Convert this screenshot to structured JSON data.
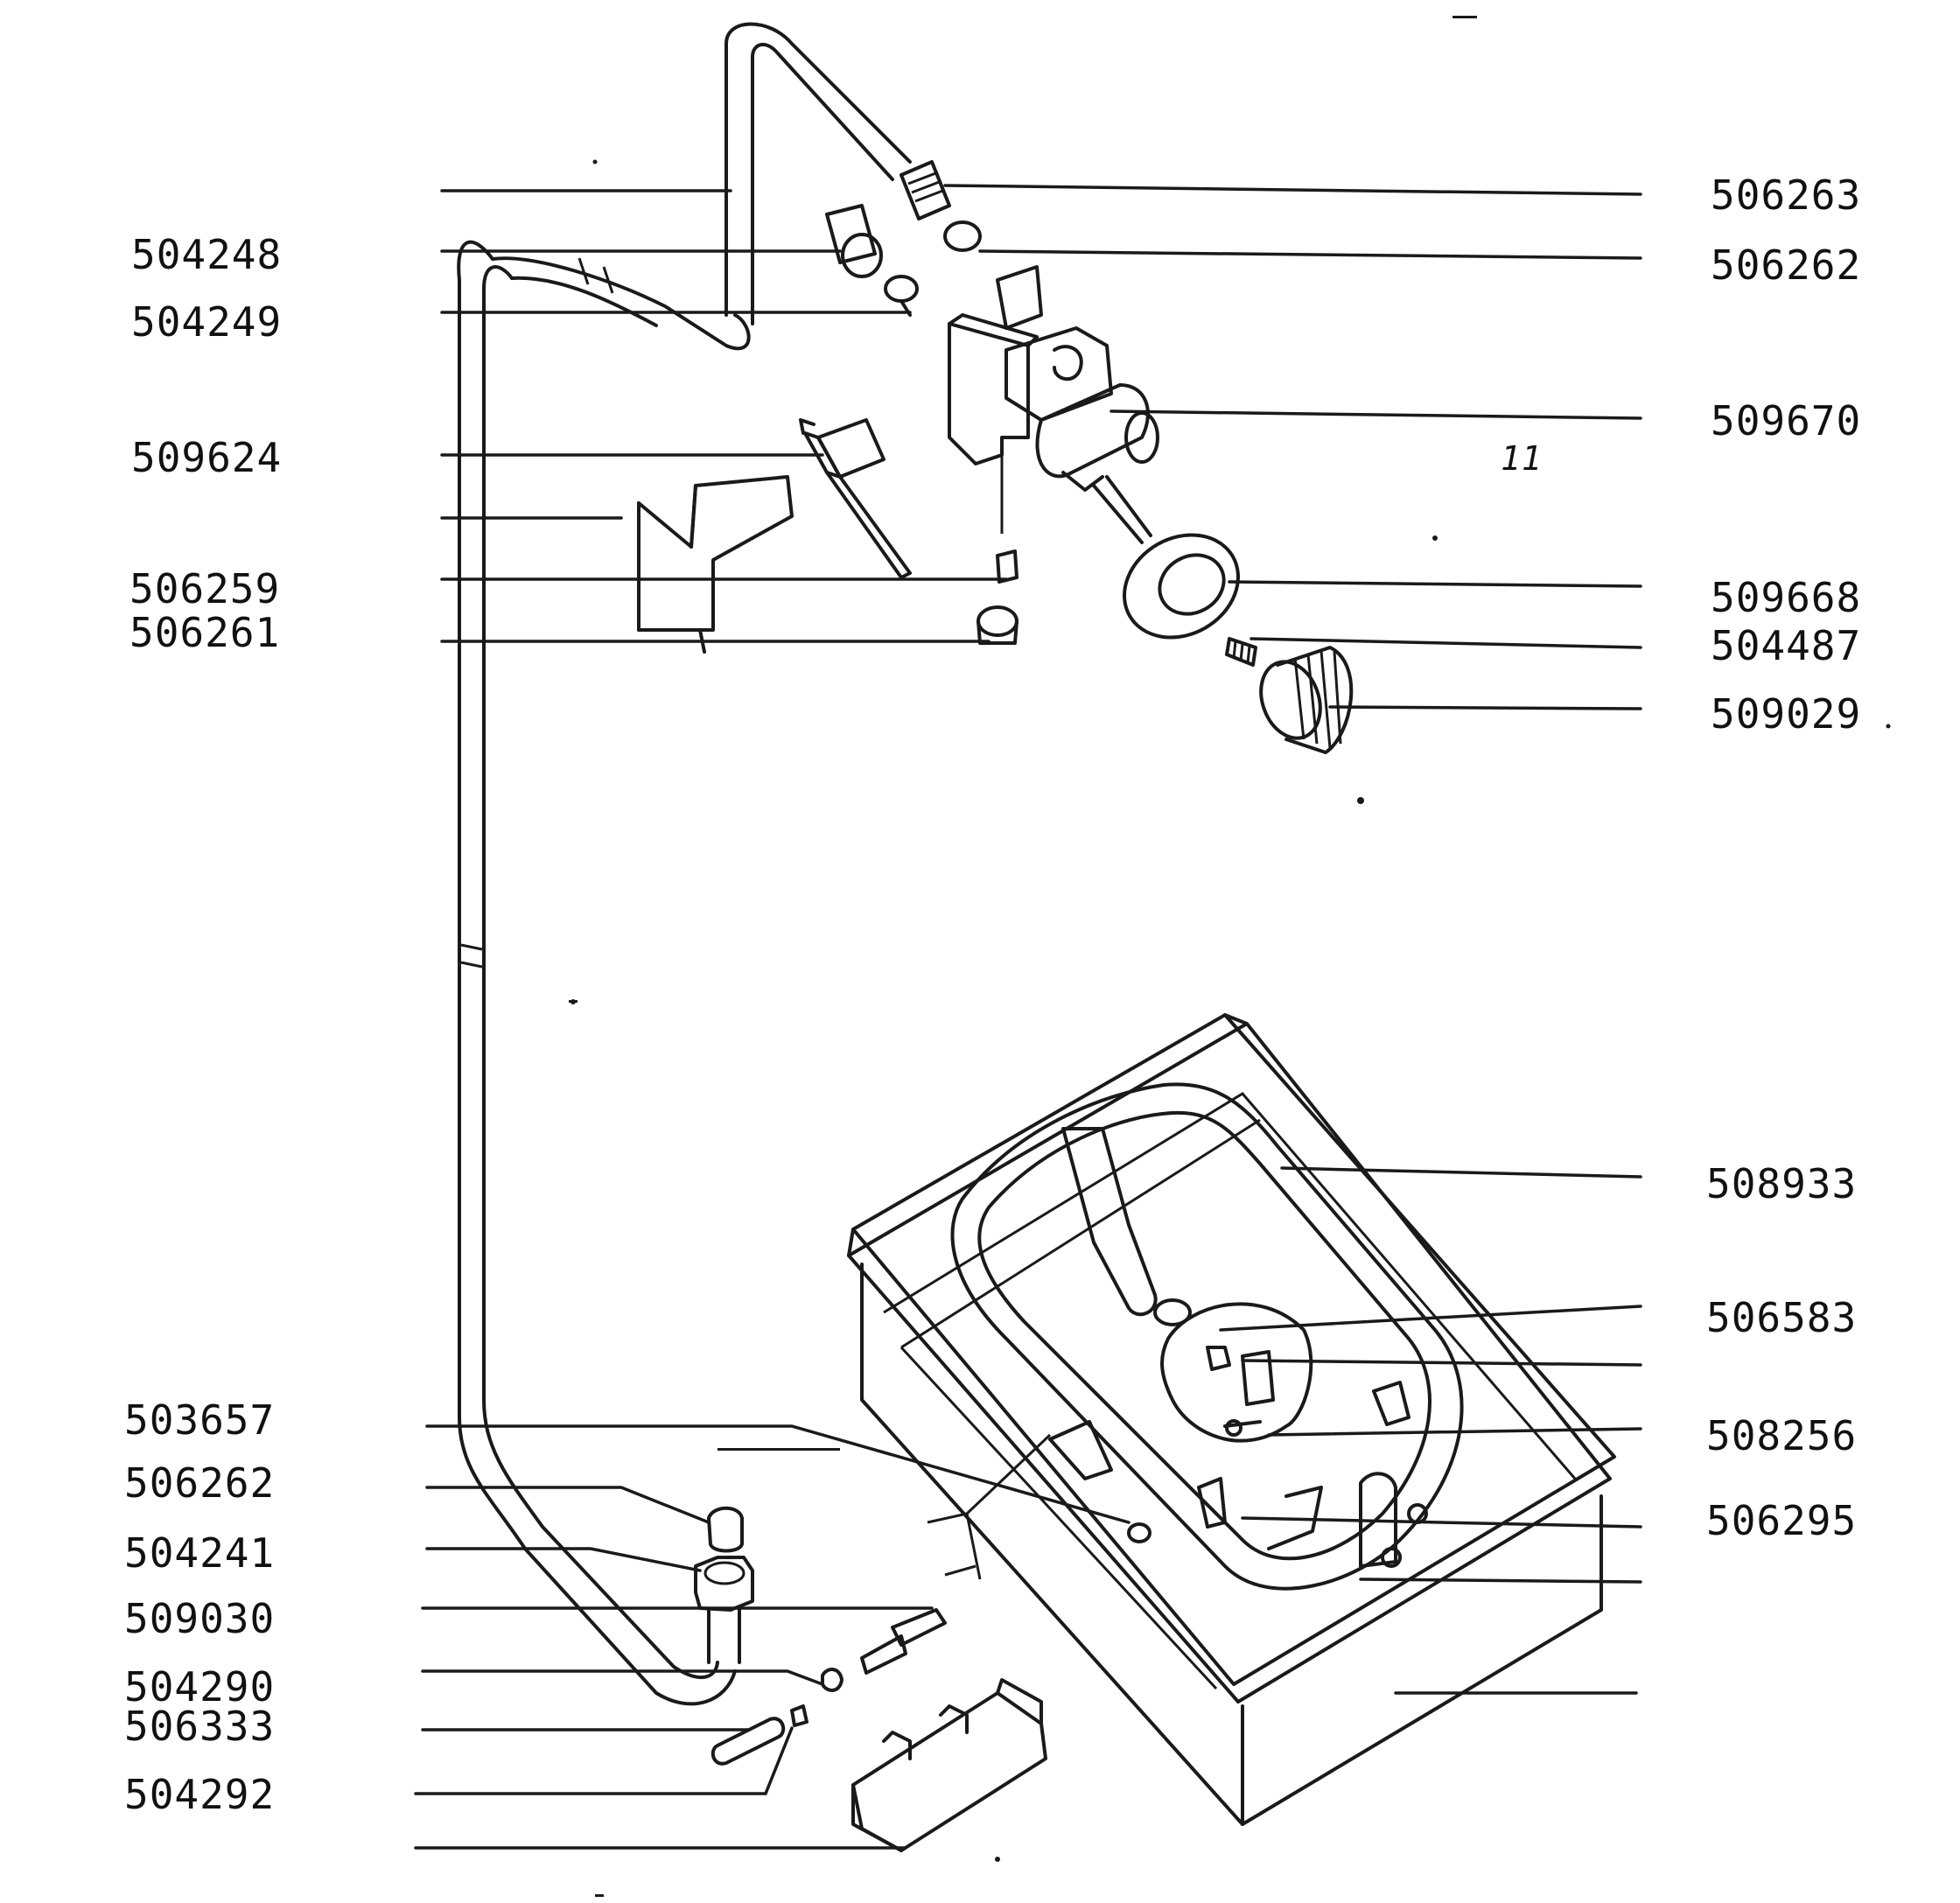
{
  "labels_left": [
    "504248",
    "504249",
    "509624",
    "506259",
    "506261",
    "503657",
    "506262",
    "504241",
    "509030",
    "504290",
    "506333",
    "504292"
  ],
  "labels_right": [
    "506263",
    "506262",
    "509670",
    "509668",
    "504487",
    "509029",
    "508933",
    "506583",
    "508256",
    "506295"
  ],
  "annotations": {
    "page_mark": "11"
  }
}
